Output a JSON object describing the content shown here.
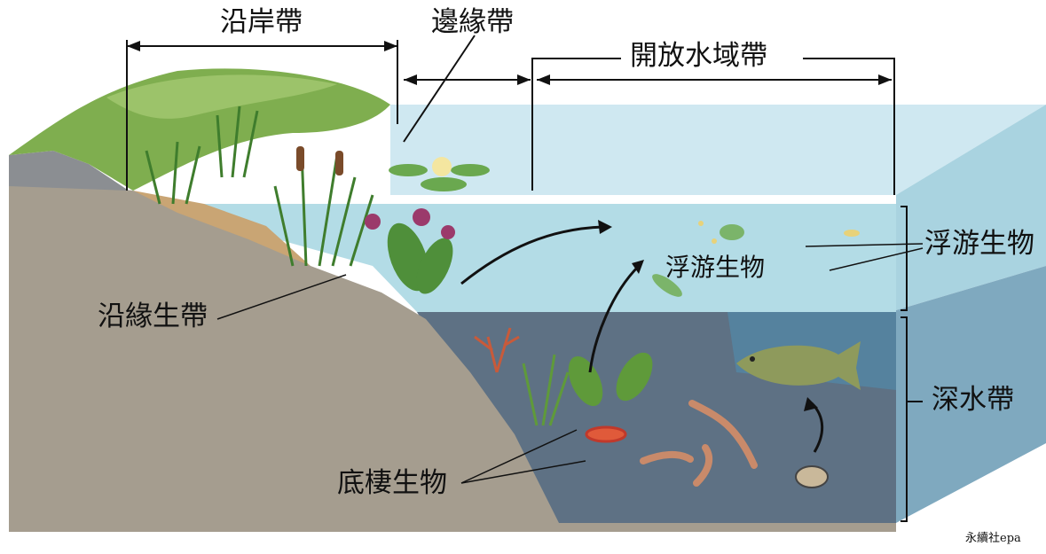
{
  "zones": {
    "littoral": "沿岸帶",
    "limnetic_edge": "邊緣帶",
    "open_water": "開放水域帶",
    "deep": "深水帶"
  },
  "labels": {
    "plankton_center": "浮游生物",
    "plankton_right": "浮游生物",
    "marginal_plants": "沿緣生帶",
    "benthos": "底棲生物"
  },
  "credit": "永續社epa",
  "colors": {
    "ground": "#a59d8f",
    "upper_water": "#b3dce6",
    "deep_water": "#5e7184",
    "grass": "#7fae4f",
    "sky_water": "#cfe8f1"
  }
}
